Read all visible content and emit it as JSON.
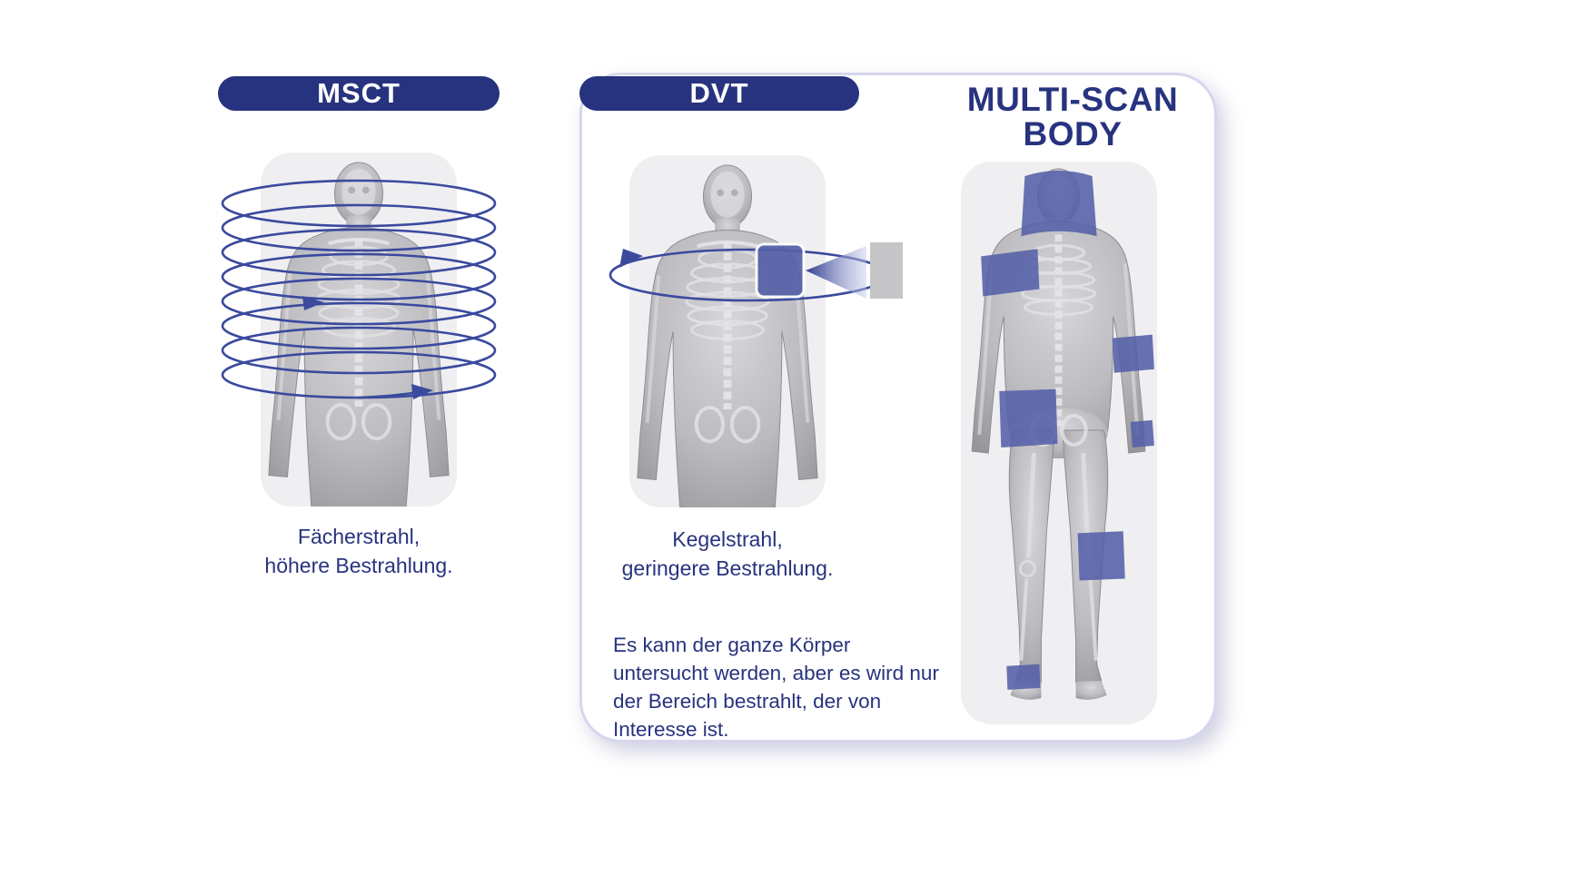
{
  "colors": {
    "primary_blue": "#27337e",
    "beam_blue": "#3a4a9e",
    "scan_region_purple": "#5560a8",
    "panel_gray": "#efeff1",
    "detector_gray": "#c6c6c8"
  },
  "msct": {
    "badge_label": "MSCT",
    "caption_line1": "Fächerstrahl,",
    "caption_line2": "höhere Bestrahlung."
  },
  "dvt": {
    "badge_label": "DVT",
    "caption_line1": "Kegelstrahl,",
    "caption_line2": "geringere Bestrahlung.",
    "description": "Es kann der ganze Körper untersucht werden, aber es wird nur der Bereich bestrahlt, der von Interesse ist."
  },
  "multiscan": {
    "title_line1": "MULTI-SCAN",
    "title_line2": "BODY",
    "scan_regions": [
      "head",
      "right-shoulder",
      "left-elbow",
      "right-hip",
      "left-wrist",
      "left-knee",
      "right-ankle"
    ]
  },
  "icons": {
    "spiral_beam": "spiral-fan-beam-icon",
    "cone_beam": "cone-beam-icon",
    "detector": "detector-plate-icon"
  }
}
